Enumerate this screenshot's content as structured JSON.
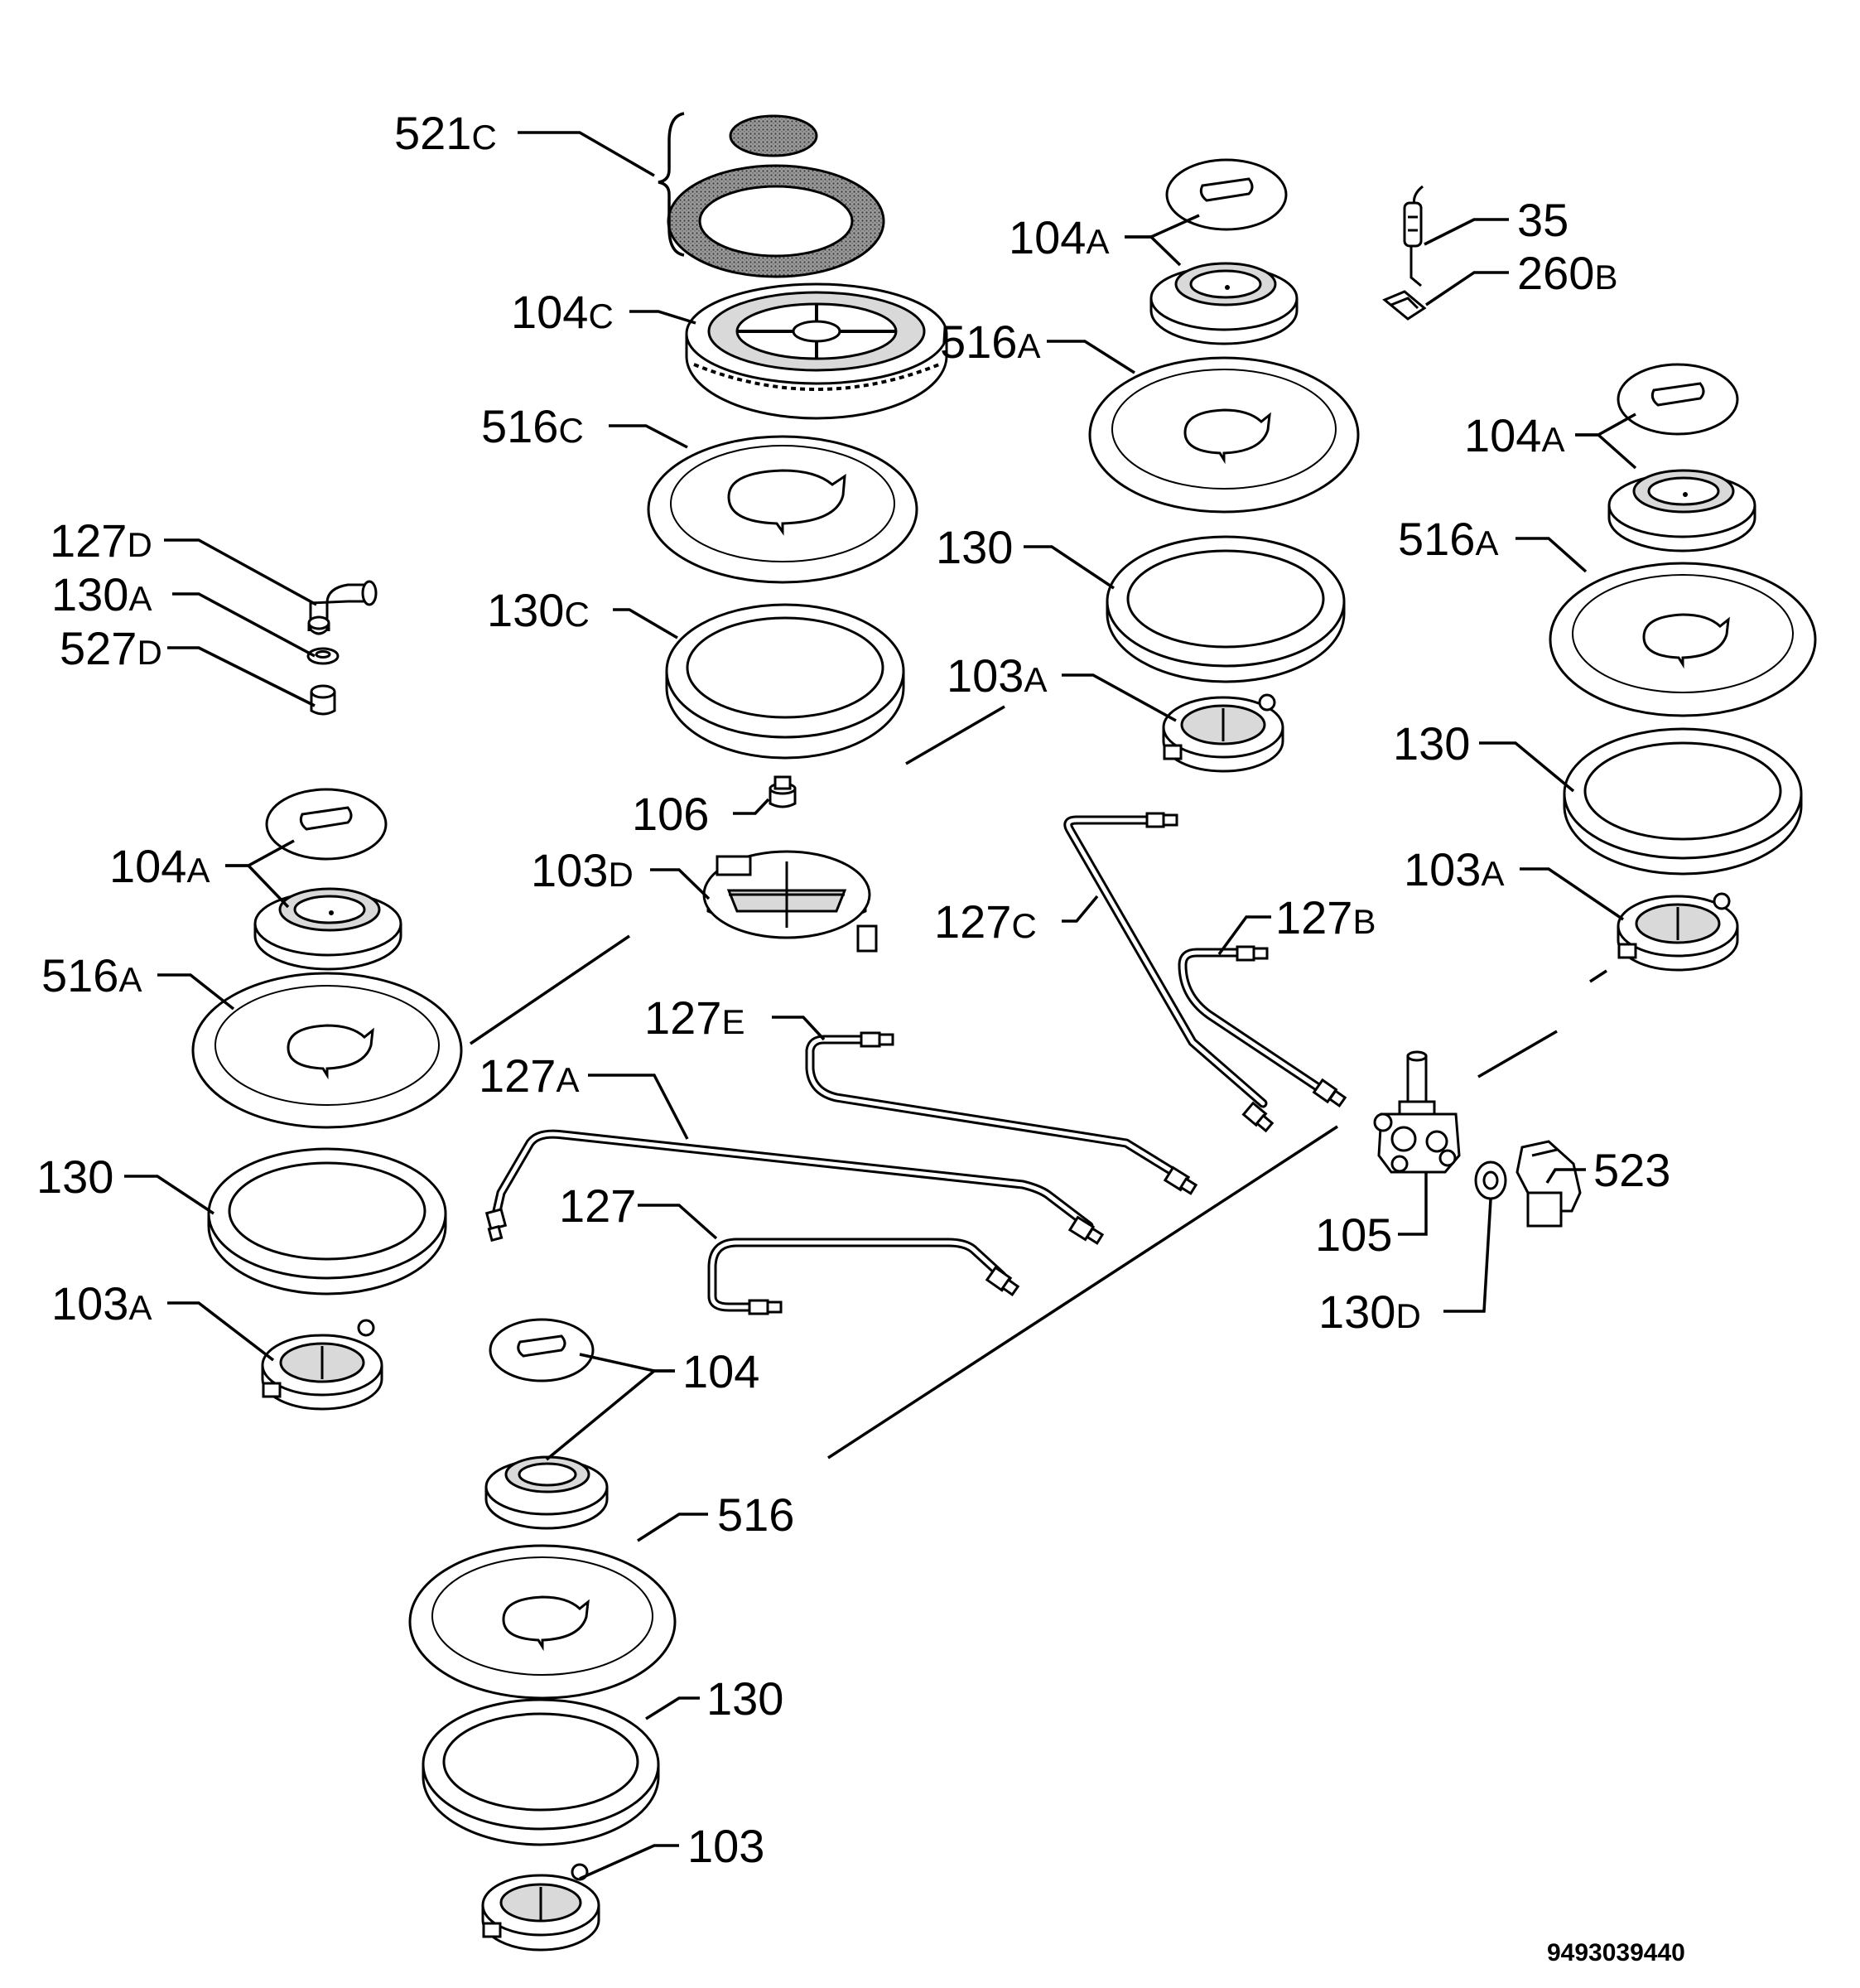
{
  "labels": [
    {
      "id": "l521c",
      "main": "521",
      "sub": "C"
    },
    {
      "id": "l104c",
      "main": "104",
      "sub": "C"
    },
    {
      "id": "l516c",
      "main": "516",
      "sub": "C"
    },
    {
      "id": "l130c",
      "main": "130",
      "sub": "C"
    },
    {
      "id": "l106",
      "main": "106",
      "sub": ""
    },
    {
      "id": "l103d",
      "main": "103",
      "sub": "D"
    },
    {
      "id": "l127d",
      "main": "127",
      "sub": "D"
    },
    {
      "id": "l130a",
      "main": "130",
      "sub": "A"
    },
    {
      "id": "l527d",
      "main": "527",
      "sub": "D"
    },
    {
      "id": "lL104a",
      "main": "104",
      "sub": "A"
    },
    {
      "id": "lL516a",
      "main": "516",
      "sub": "A"
    },
    {
      "id": "lL130",
      "main": "130",
      "sub": ""
    },
    {
      "id": "lL103a",
      "main": "103",
      "sub": "A"
    },
    {
      "id": "lT104a",
      "main": "104",
      "sub": "A"
    },
    {
      "id": "lT516a",
      "main": "516",
      "sub": "A"
    },
    {
      "id": "lT130",
      "main": "130",
      "sub": ""
    },
    {
      "id": "lT103a",
      "main": "103",
      "sub": "A"
    },
    {
      "id": "l35",
      "main": "35",
      "sub": ""
    },
    {
      "id": "l260b",
      "main": "260",
      "sub": "B"
    },
    {
      "id": "lR104a",
      "main": "104",
      "sub": "A"
    },
    {
      "id": "lR516a",
      "main": "516",
      "sub": "A"
    },
    {
      "id": "lR130",
      "main": "130",
      "sub": ""
    },
    {
      "id": "lR103a",
      "main": "103",
      "sub": "A"
    },
    {
      "id": "l127c",
      "main": "127",
      "sub": "C"
    },
    {
      "id": "l127b",
      "main": "127",
      "sub": "B"
    },
    {
      "id": "l127e",
      "main": "127",
      "sub": "E"
    },
    {
      "id": "l127a",
      "main": "127",
      "sub": "A"
    },
    {
      "id": "l127",
      "main": "127",
      "sub": ""
    },
    {
      "id": "l105",
      "main": "105",
      "sub": ""
    },
    {
      "id": "l523",
      "main": "523",
      "sub": ""
    },
    {
      "id": "l130d",
      "main": "130",
      "sub": "D"
    },
    {
      "id": "lB104",
      "main": "104",
      "sub": ""
    },
    {
      "id": "lB516",
      "main": "516",
      "sub": ""
    },
    {
      "id": "lB130",
      "main": "130",
      "sub": ""
    },
    {
      "id": "lB103",
      "main": "103",
      "sub": ""
    }
  ],
  "document_id": "9493039440"
}
